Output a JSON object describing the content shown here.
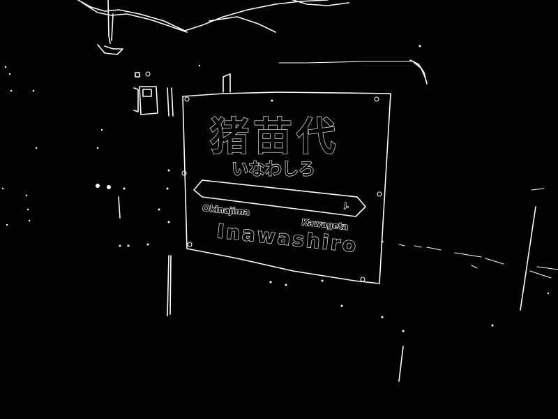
{
  "image": {
    "style": "edge-detection render of a railway station name sign",
    "background_color": "#000000",
    "edge_color": "#ffffff"
  },
  "sign": {
    "kanji_name": "猪苗代",
    "kana_name": "いなわしろ",
    "romaji_name": "Inawashiro",
    "previous_station": "Okinajima",
    "next_station": "Kawageta",
    "arrow_marking": "J. "
  }
}
